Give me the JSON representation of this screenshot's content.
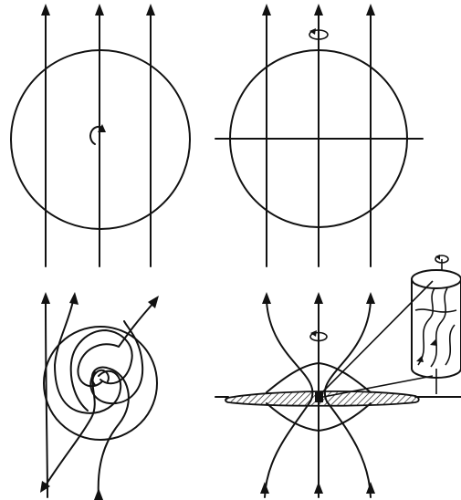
{
  "figure": {
    "panels": [
      {
        "id": "top-left"
      },
      {
        "id": "top-right"
      },
      {
        "id": "bottom-left"
      },
      {
        "id": "bottom-right"
      }
    ],
    "colors": {
      "ink": "#111111",
      "paper": "#ffffff"
    }
  }
}
